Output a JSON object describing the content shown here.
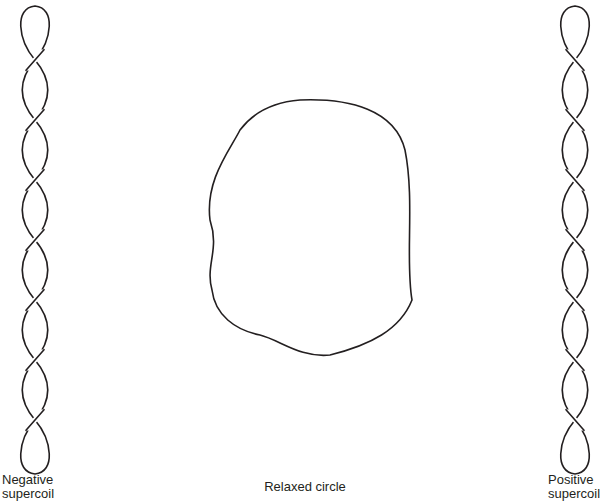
{
  "diagram": {
    "labels": [
      "Negative supercoil",
      "Relaxed circle",
      "Positive supercoil"
    ]
  }
}
